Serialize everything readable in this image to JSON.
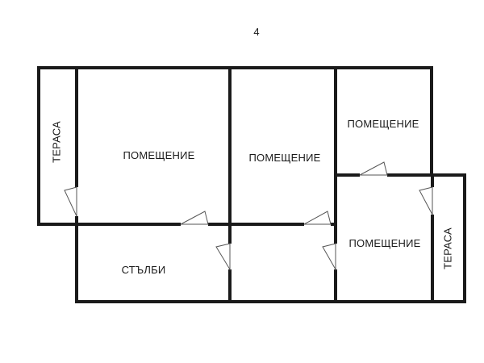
{
  "page_number": "4",
  "rooms": {
    "terrace_left": "ТЕРАСА",
    "room_large": "ПОМЕЩЕНИЕ",
    "room_middle": "ПОМЕЩЕНИЕ",
    "room_top_right": "ПОМЕЩЕНИЕ",
    "stairs": "СТЪЛБИ",
    "room_bottom_right": "ПОМЕЩЕНИЕ",
    "terrace_right": "ТЕРАСА"
  },
  "colors": {
    "wall": "#1a1a1a",
    "background": "#ffffff"
  }
}
